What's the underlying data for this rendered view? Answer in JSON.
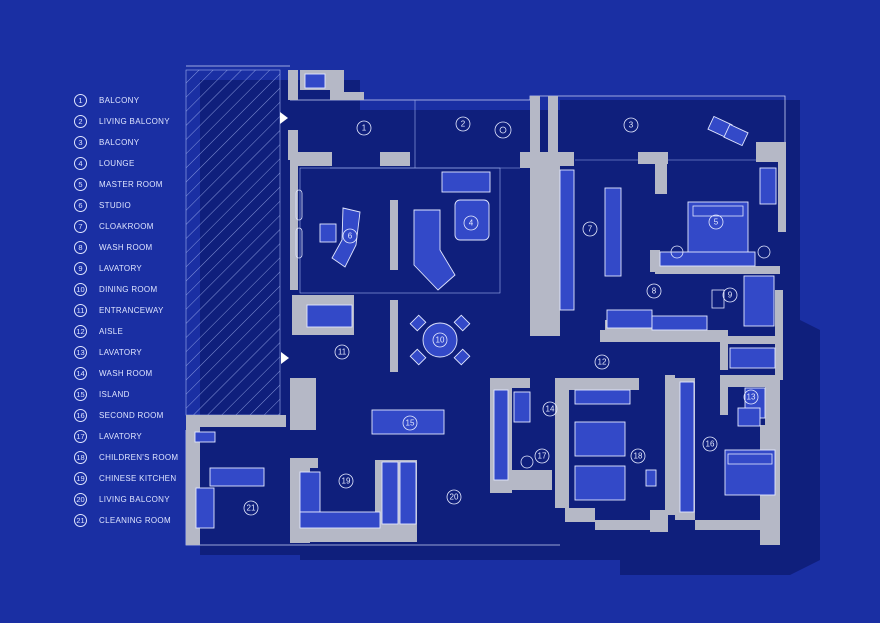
{
  "legend": [
    {
      "num": "1",
      "label": "BALCONY"
    },
    {
      "num": "2",
      "label": "LIVING BALCONY"
    },
    {
      "num": "3",
      "label": "BALCONY"
    },
    {
      "num": "4",
      "label": "LOUNGE"
    },
    {
      "num": "5",
      "label": "MASTER ROOM"
    },
    {
      "num": "6",
      "label": "STUDIO"
    },
    {
      "num": "7",
      "label": "CLOAKROOM"
    },
    {
      "num": "8",
      "label": "WASH ROOM"
    },
    {
      "num": "9",
      "label": "LAVATORY"
    },
    {
      "num": "10",
      "label": "DINING ROOM"
    },
    {
      "num": "11",
      "label": "ENTRANCEWAY"
    },
    {
      "num": "12",
      "label": "AISLE"
    },
    {
      "num": "13",
      "label": "LAVATORY"
    },
    {
      "num": "14",
      "label": "WASH ROOM"
    },
    {
      "num": "15",
      "label": "ISLAND"
    },
    {
      "num": "16",
      "label": "SECOND ROOM"
    },
    {
      "num": "17",
      "label": "LAVATORY"
    },
    {
      "num": "18",
      "label": "CHILDREN'S ROOM"
    },
    {
      "num": "19",
      "label": "CHINESE KITCHEN"
    },
    {
      "num": "20",
      "label": "LIVING BALCONY"
    },
    {
      "num": "21",
      "label": "CLEANING ROOM"
    }
  ],
  "colors": {
    "background": "#1a2fa3",
    "wall": "#b5b8c6",
    "shadow": "#0f1f7c",
    "line": "#dfe5ff"
  }
}
